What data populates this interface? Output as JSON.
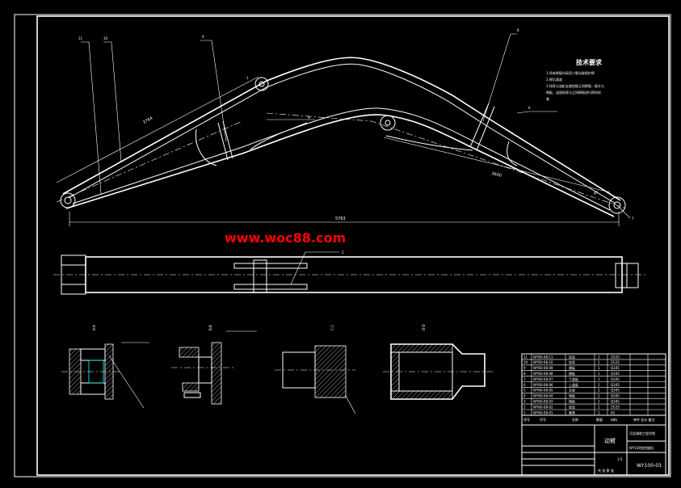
{
  "watermark": {
    "text": "www.woc88.com",
    "color": "#ff0000"
  },
  "tech_requirements": {
    "title": "技术要求",
    "items": [
      "1.所有焊接均采用二氧化碳保护焊",
      "2.焊后清渣",
      "3.铰耳与油缸支座铰接之间焊接，接头与",
      "侧板，连接铰耳与之间焊接进行探伤检",
      "查"
    ]
  },
  "dimensions": {
    "overall_length": "5763",
    "upper_segment": "2764",
    "lower_segment": "3600",
    "end_angle": "φ7"
  },
  "leaders": [
    "11",
    "10",
    "9",
    "8",
    "1",
    "6",
    "6",
    "2",
    "7",
    "2"
  ],
  "section_labels": [
    "A-A",
    "B-B",
    "C-C",
    "D-D"
  ],
  "parts_table": {
    "rows": [
      {
        "no": "11",
        "code": "WY60-08-11",
        "name": "铰耳",
        "qty": "1",
        "material": "ZG35"
      },
      {
        "no": "10",
        "code": "WY60-08-10",
        "name": "铰耳",
        "qty": "1",
        "material": "ZG35"
      },
      {
        "no": "9",
        "code": "WY60-08-09",
        "name": "隔板",
        "qty": "1",
        "material": "Q345"
      },
      {
        "no": "8",
        "code": "WY60-08-08",
        "name": "隔板",
        "qty": "1",
        "material": "Q345"
      },
      {
        "no": "7",
        "code": "WY60-08-07",
        "name": "下盖板",
        "qty": "1",
        "material": "Q345"
      },
      {
        "no": "6",
        "code": "WY60-08-06",
        "name": "上盖板",
        "qty": "1",
        "material": "Q345"
      },
      {
        "no": "5",
        "code": "WY60-08-05",
        "name": "支座",
        "qty": "2",
        "material": "Q345"
      },
      {
        "no": "4",
        "code": "WY60-08-04",
        "name": "侧板",
        "qty": "2",
        "material": "Q345"
      },
      {
        "no": "3",
        "code": "WY60-08-03",
        "name": "侧板",
        "qty": "1",
        "material": "Q345"
      },
      {
        "no": "2",
        "code": "WY60-08-02",
        "name": "铰耳",
        "qty": "1",
        "material": "ZG35"
      },
      {
        "no": "1",
        "code": "WY60-08-01",
        "name": "套筒",
        "qty": "1",
        "material": "45"
      }
    ],
    "header": {
      "no": "序号",
      "code": "代号",
      "name": "名称",
      "qty": "数量",
      "material": "材料",
      "note": "单件 总计 备注"
    }
  },
  "title_block": {
    "part_name": "动臂",
    "school": "河北建筑工程学院",
    "project": "WY100型挖掘机",
    "drawing_no": "WY100-03",
    "scale": "1:5",
    "sheet": "共 张 第 张"
  },
  "colors": {
    "line": "#ffffff",
    "accent": "#00ffff",
    "background": "#000000"
  }
}
